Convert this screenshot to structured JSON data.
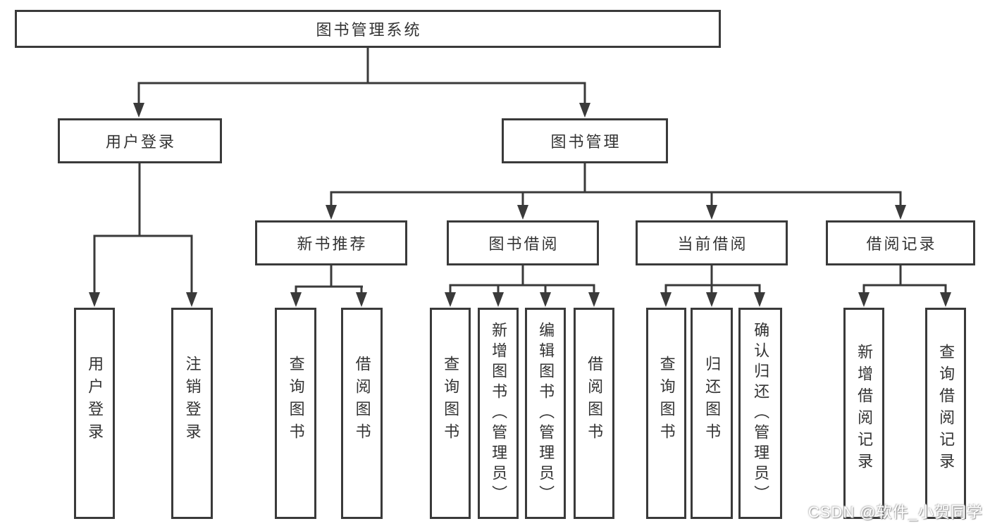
{
  "tree": {
    "root": {
      "label": "图书管理系统",
      "children": [
        {
          "label": "用户登录",
          "children": [
            {
              "label": "用户登录"
            },
            {
              "label": "注销登录"
            }
          ]
        },
        {
          "label": "图书管理",
          "children": [
            {
              "label": "新书推荐",
              "children": [
                {
                  "label": "查询图书"
                },
                {
                  "label": "借阅图书"
                }
              ]
            },
            {
              "label": "图书借阅",
              "children": [
                {
                  "label": "查询图书"
                },
                {
                  "label": "新增图书（管理员）"
                },
                {
                  "label": "编辑图书（管理员）"
                },
                {
                  "label": "借阅图书"
                }
              ]
            },
            {
              "label": "当前借阅",
              "children": [
                {
                  "label": "查询图书"
                },
                {
                  "label": "归还图书"
                },
                {
                  "label": "确认归还（管理员）"
                }
              ]
            },
            {
              "label": "借阅记录",
              "children": [
                {
                  "label": "新增借阅记录"
                },
                {
                  "label": "查询借阅记录"
                }
              ]
            }
          ]
        }
      ]
    }
  },
  "watermark": {
    "text": "CSDN @软件_小贺同学"
  },
  "colors": {
    "line": "#3a3a3a",
    "text": "#333333",
    "background": "#ffffff"
  }
}
